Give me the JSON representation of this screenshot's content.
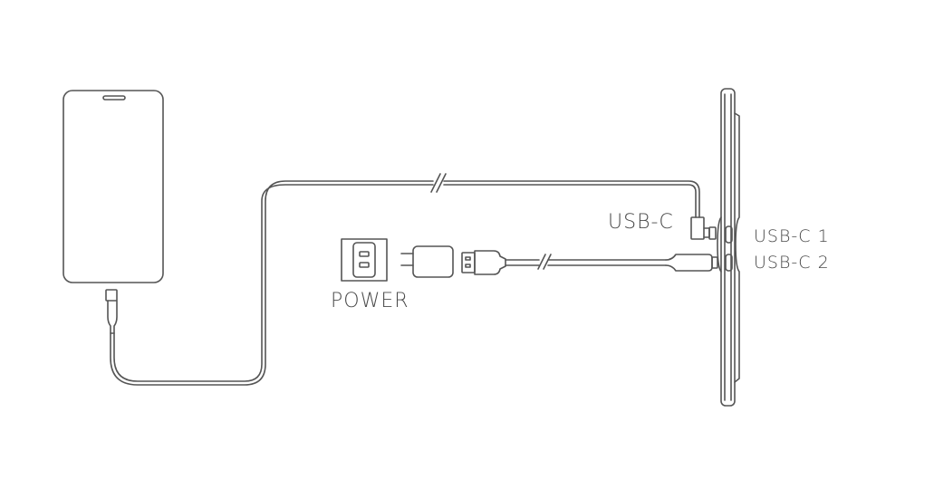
{
  "labels": {
    "phone_port": "USB-C",
    "device_port_1": "USB-C 1",
    "device_port_2": "USB-C 2",
    "power": "POWER"
  },
  "colors": {
    "stroke": "#555555",
    "text": "#4a4a4a"
  }
}
